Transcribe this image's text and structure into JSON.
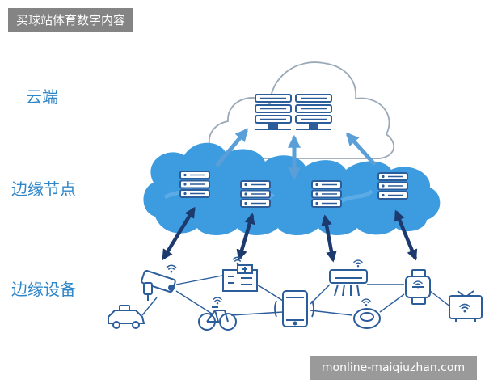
{
  "banner": {
    "text": "买球站体育数字内容"
  },
  "watermark": {
    "text": "monline-maiqiuzhan.com"
  },
  "tiers": {
    "cloud": "云端",
    "edge_nodes": "边缘节点",
    "edge_devices": "边缘设备"
  },
  "colors": {
    "tier_label": "#2f86c8",
    "edge_cloud_fill": "#3d9be0",
    "cloud_arrow": "#5a9fd8",
    "device_arrow": "#1c3a6e",
    "device_stroke": "#2c5d9b"
  },
  "icons": [
    "server-rack-icon",
    "security-camera-icon",
    "taxi-icon",
    "bicycle-icon",
    "hospital-building-icon",
    "smartphone-icon",
    "air-conditioner-icon",
    "robot-vacuum-icon",
    "smartwatch-icon",
    "smart-tv-icon",
    "wifi-signal-icon"
  ]
}
